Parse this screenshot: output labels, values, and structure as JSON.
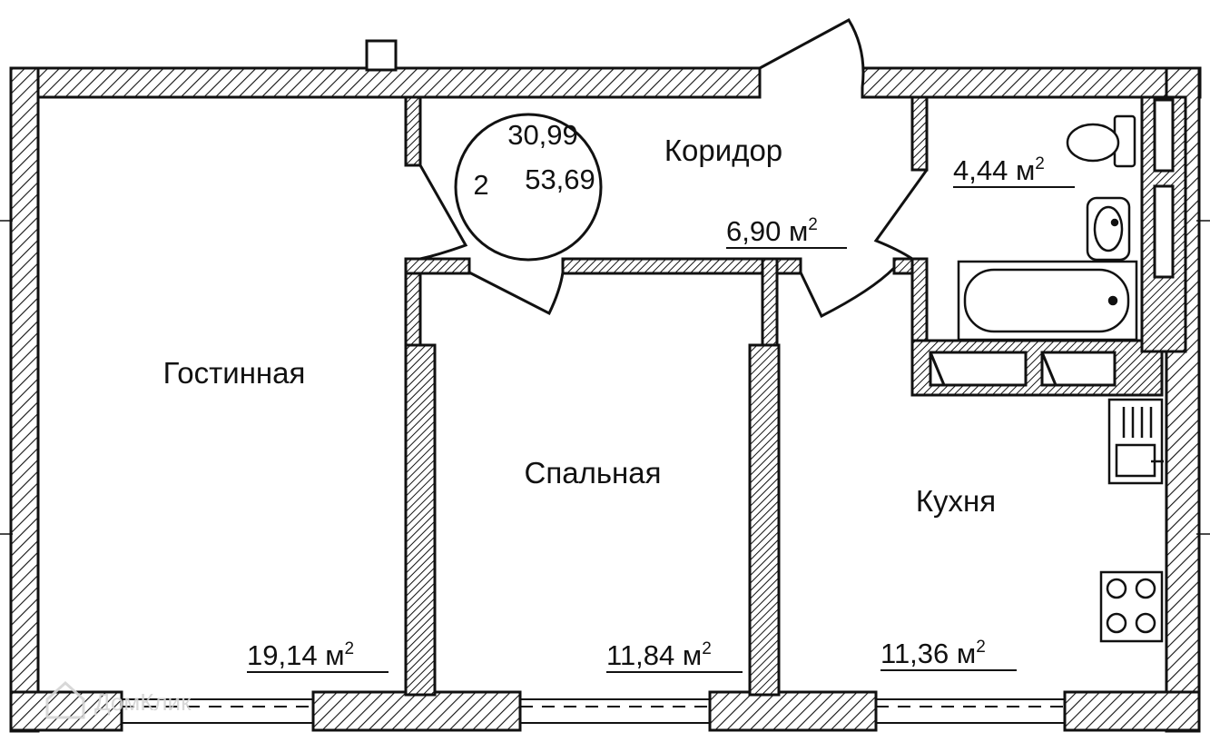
{
  "plan": {
    "badge": {
      "rooms": "2",
      "living_area": "30,99",
      "total_area": "53,69"
    },
    "watermark": "ДомКлик",
    "area_unit": "м",
    "area_power": "2",
    "rooms": {
      "living": {
        "name": "Гостинная",
        "area": "19,14"
      },
      "bedroom": {
        "name": "Спальная",
        "area": "11,84"
      },
      "kitchen": {
        "name": "Кухня",
        "area": "11,36"
      },
      "corridor": {
        "name": "Коридор",
        "area": "6,90"
      },
      "bathroom": {
        "name": "",
        "area": "4,44"
      }
    }
  }
}
